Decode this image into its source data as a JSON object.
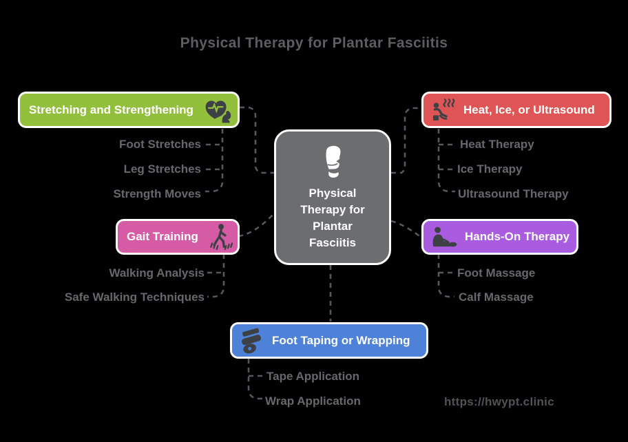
{
  "title": "Physical Therapy for Plantar Fasciitis",
  "center": {
    "label": "Physical Therapy for Plantar Fasciitis",
    "icon": "foot-icon",
    "color": "#6c6d6f"
  },
  "branches": [
    {
      "label": "Stretching and Strengthening",
      "color": "#92c03d",
      "icon": "heart-pulse-muscle-icon",
      "items": [
        {
          "label": "Foot Stretches"
        },
        {
          "label": "Leg Stretches"
        },
        {
          "label": "Strength Moves"
        }
      ]
    },
    {
      "label": "Heat, Ice, or Ultrasound",
      "color": "#df5555",
      "icon": "sauna-steam-icon",
      "items": [
        {
          "label": "Heat Therapy"
        },
        {
          "label": "Ice Therapy"
        },
        {
          "label": "Ultrasound Therapy"
        }
      ]
    },
    {
      "label": "Gait Training",
      "color": "#d45ba4",
      "icon": "walking-person-icon",
      "items": [
        {
          "label": "Walking Analysis"
        },
        {
          "label": "Safe Walking Techniques"
        }
      ]
    },
    {
      "label": "Hands-On Therapy",
      "color": "#aa5ce0",
      "icon": "massage-icon",
      "items": [
        {
          "label": "Foot Massage"
        },
        {
          "label": "Calf Massage"
        }
      ]
    },
    {
      "label": "Foot Taping or Wrapping",
      "color": "#4d82d8",
      "icon": "tape-roll-icon",
      "items": [
        {
          "label": "Tape Application"
        },
        {
          "label": "Wrap Application"
        }
      ]
    }
  ],
  "footer": {
    "url": "https://hwypt.clinic"
  },
  "colors": {
    "background": "#000000",
    "connector": "#57585b",
    "sub_label_text": "#67686b",
    "title_text": "#5d5e61",
    "box_border": "#ffffff",
    "box_text": "#ffffff",
    "icon_dark": "#3d4044"
  }
}
